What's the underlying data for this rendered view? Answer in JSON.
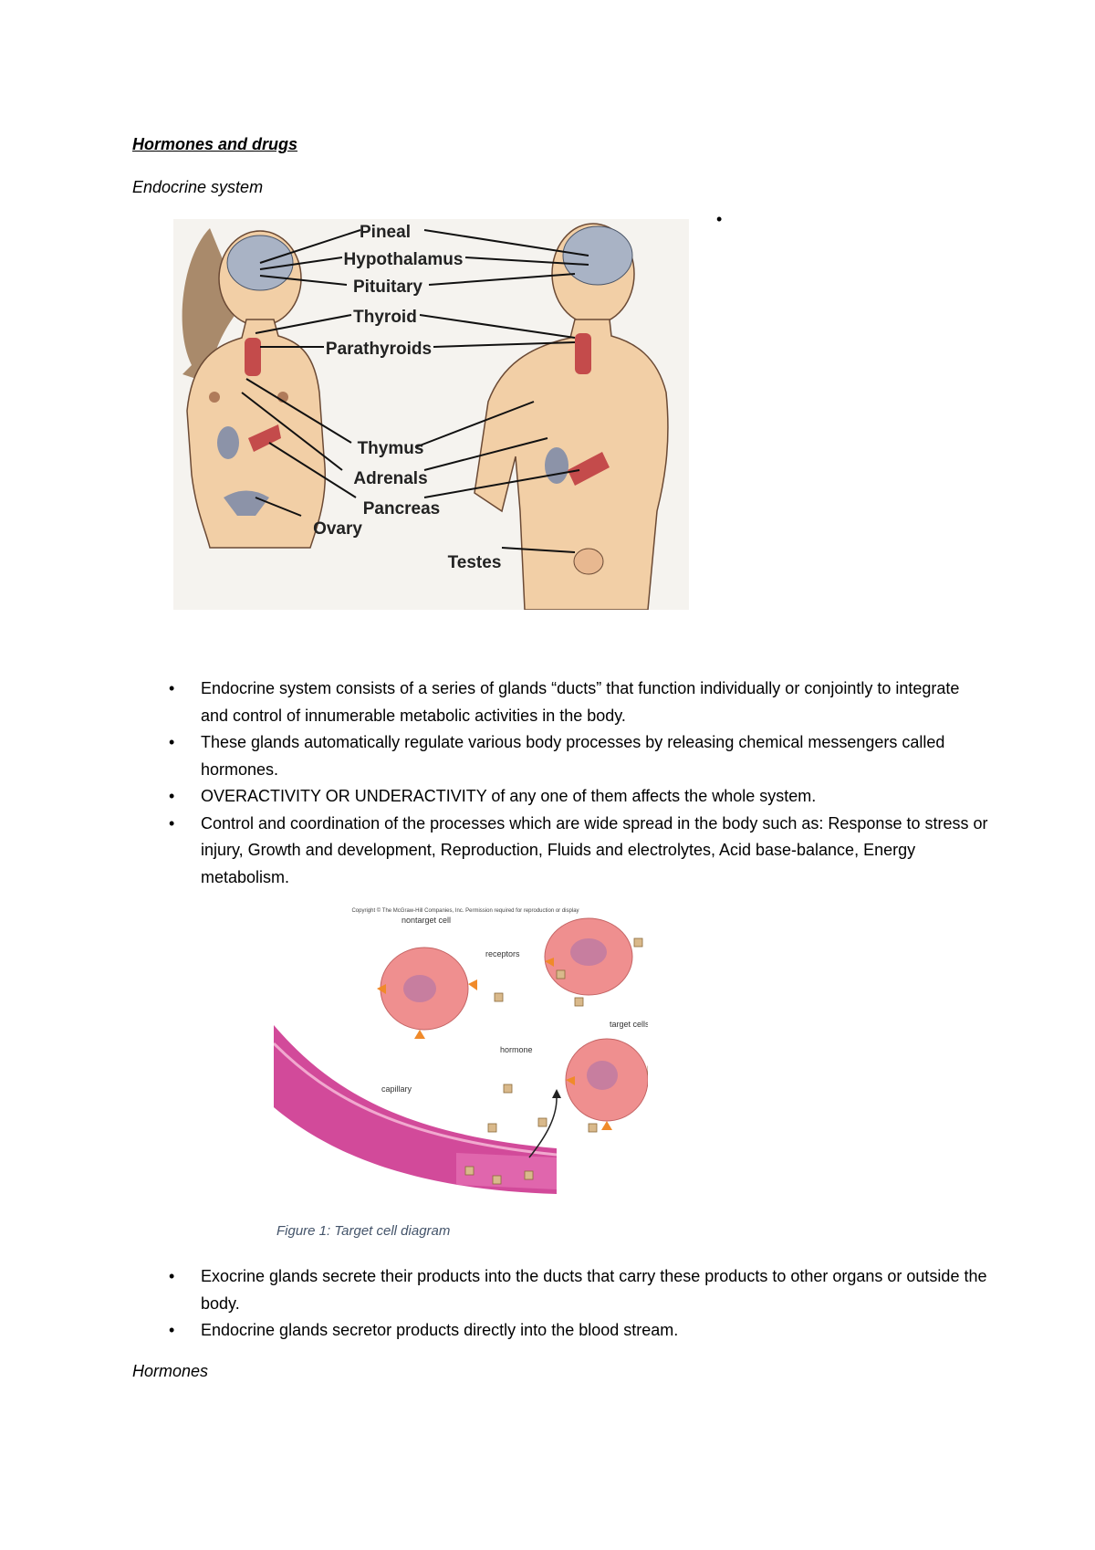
{
  "doc": {
    "title": "Hormones and drugs",
    "section1": "Endocrine system",
    "figure1": {
      "labels_center": [
        "Pineal",
        "Hypothalamus",
        "Pituitary",
        "Thyroid",
        "Parathyroids",
        "Thymus",
        "Adrenals",
        "Pancreas",
        "Ovary",
        "Testes"
      ]
    },
    "bullets_a": [
      "Endocrine system consists of a series of glands “ducts” that function individually or conjointly to integrate and control of innumerable metabolic activities in the body.",
      "These glands automatically regulate various body processes by releasing chemical messengers called hormones.",
      "OVERACTIVITY OR UNDERACTIVITY of any one of them affects the whole system.",
      "Control and coordination of the processes which are wide spread in the body such as: Response to stress or injury, Growth and development, Reproduction, Fluids and electrolytes, Acid base-balance, Energy metabolism."
    ],
    "figure2": {
      "copyright": "Copyright © The McGraw-Hill Companies, Inc. Permission required for reproduction or display",
      "nontarget": "nontarget cell",
      "receptors": "receptors",
      "target": "target cells",
      "hormone": "hormone",
      "capillary": "capillary",
      "caption": "Figure 1: Target cell diagram"
    },
    "bullets_b": [
      "Exocrine glands secrete their products into the ducts that carry these products to other organs or outside the body.",
      "Endocrine glands secretor products directly into the blood stream."
    ],
    "section2": "Hormones"
  }
}
